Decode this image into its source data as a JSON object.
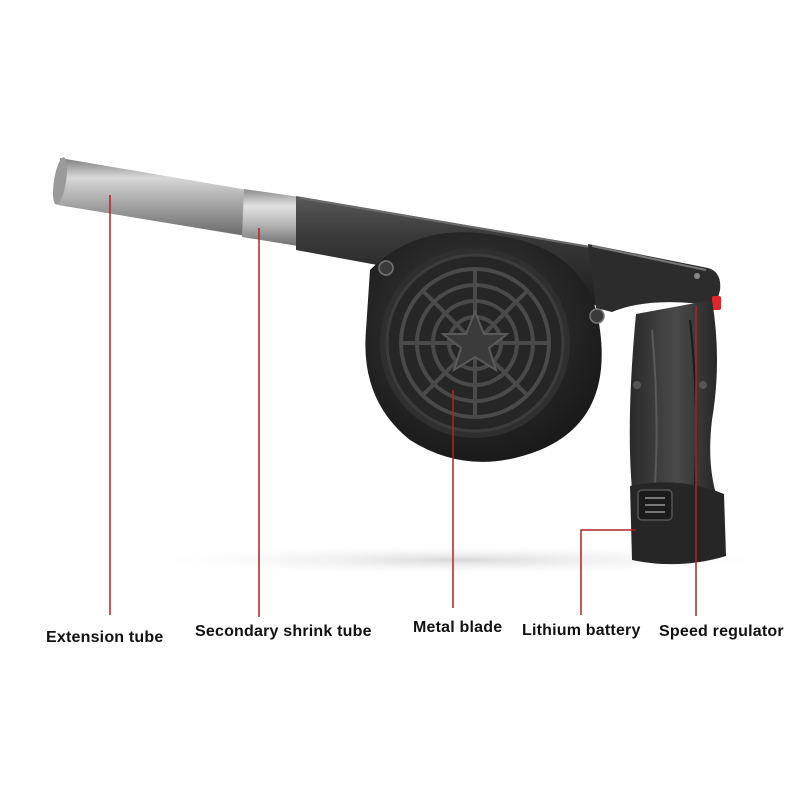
{
  "labels": {
    "extension_tube": "Extension tube",
    "secondary_shrink_tube": "Secondary shrink tube",
    "metal_blade": "Metal blade",
    "lithium_battery": "Lithium battery",
    "speed_regulator": "Speed regulator"
  },
  "colors": {
    "leader_line": "#b22222",
    "body_dark": "#2b2b2b",
    "body_mid": "#3d3d3d",
    "tube_metal": "#a7a7a7",
    "trigger_red": "#e0262b"
  }
}
